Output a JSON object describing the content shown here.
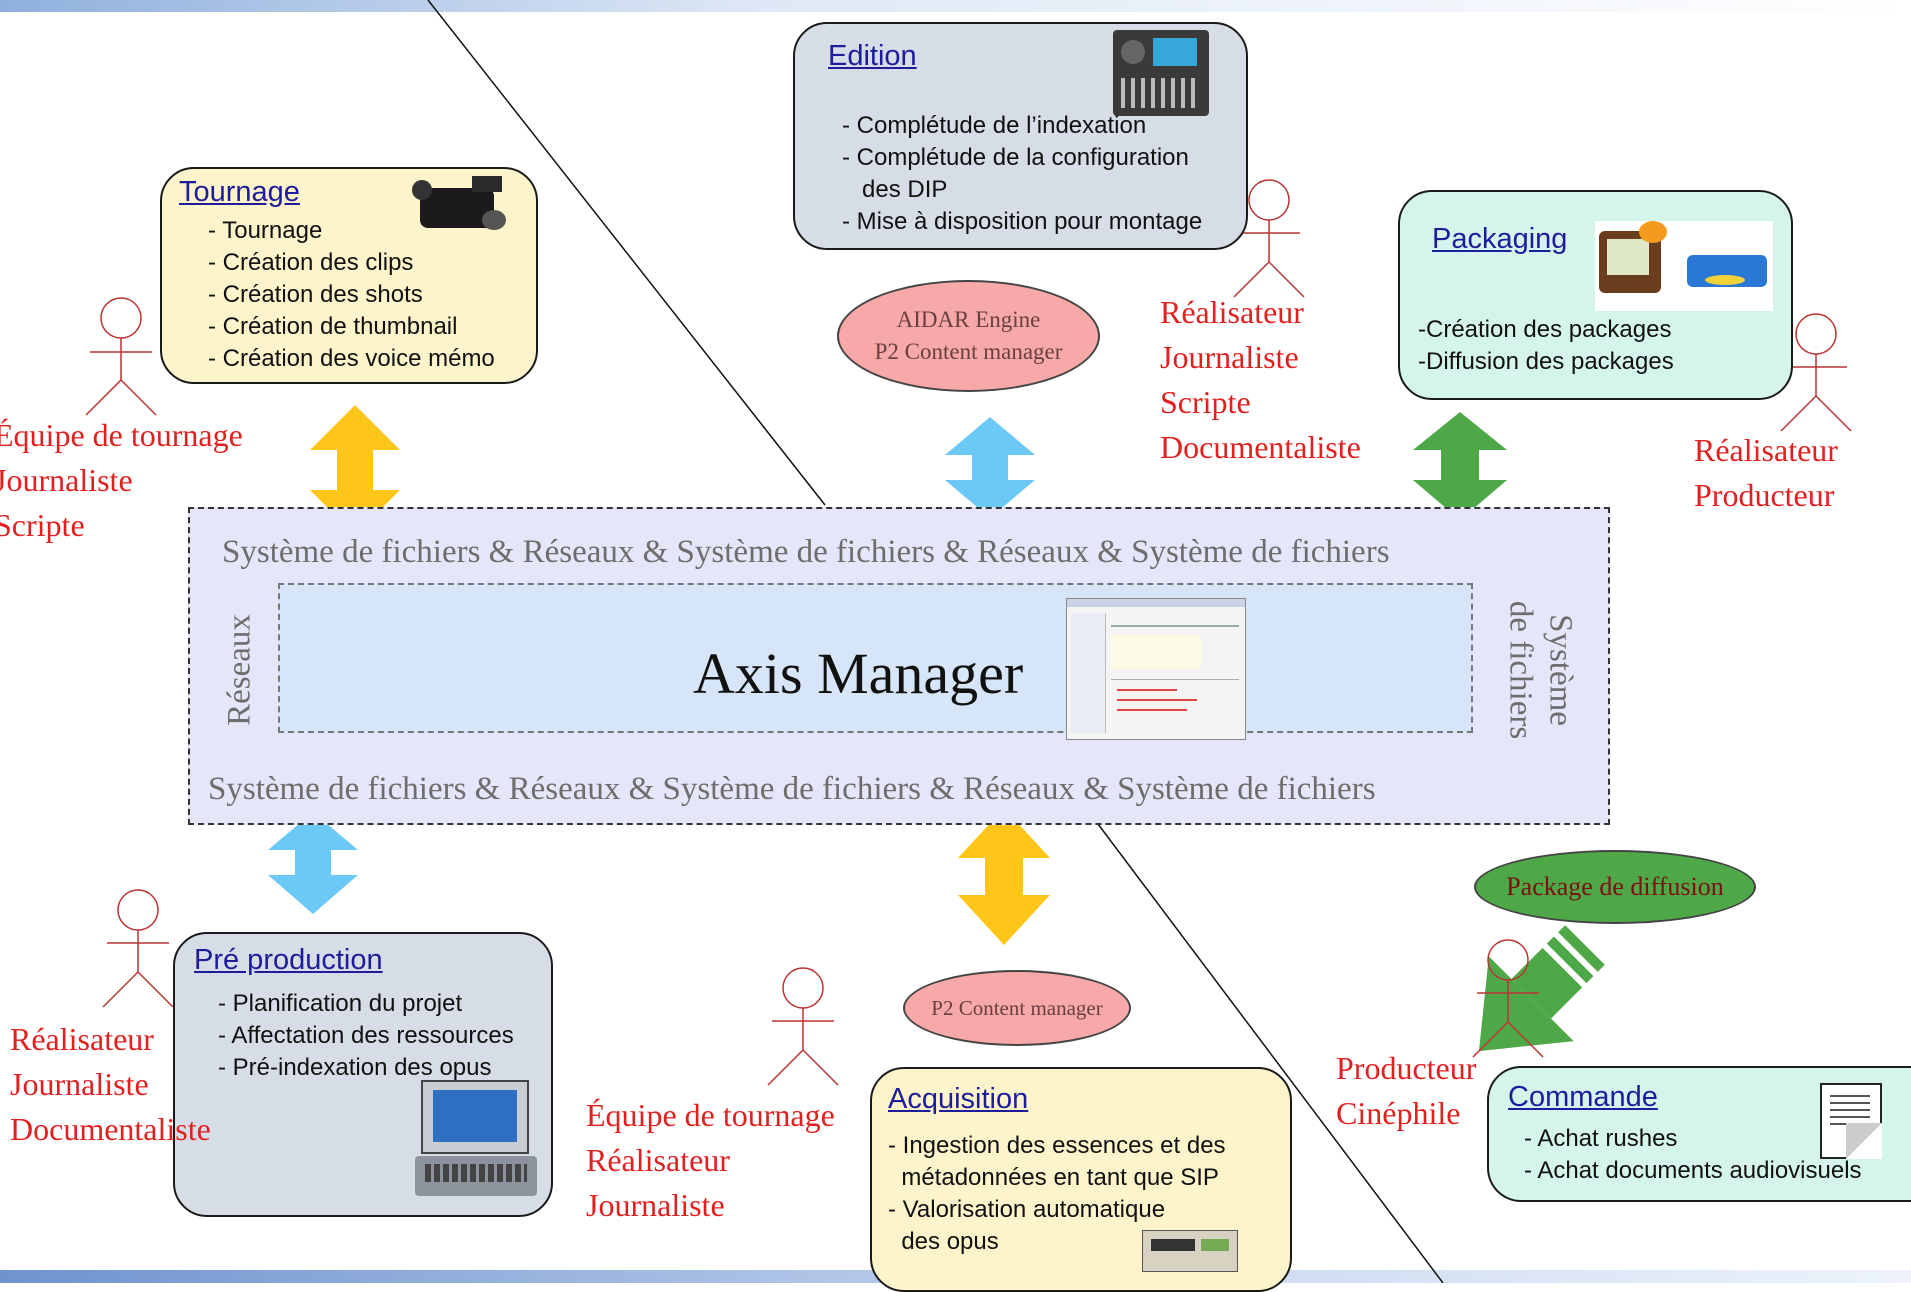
{
  "colors": {
    "tournage_bg": "#fdf4cc",
    "edition_bg": "#d7dde6",
    "packaging_bg": "#d5f5ec",
    "preprod_bg": "#d7dde6",
    "acquisition_bg": "#fdf4cc",
    "commande_bg": "#d5f5ec",
    "system_band": "#e6e6fa",
    "axis_inner": "#d6e5f7",
    "arrow_yellow": "#ffc61a",
    "arrow_blue": "#6cc8f5",
    "arrow_green": "#4fa847",
    "role_text": "#e32020"
  },
  "central": {
    "title": "Axis Manager",
    "band_top": "Système de fichiers & Réseaux  & Système de fichiers & Réseaux  & Système de fichiers",
    "band_bottom": "Système de fichiers & Réseaux  & Système de fichiers & Réseaux  & Système de fichiers",
    "band_left": "Réseaux",
    "band_right_1": "Système",
    "band_right_2": "de fichiers"
  },
  "boxes": {
    "tournage": {
      "title": "Tournage",
      "icon": "camcorder-icon",
      "items": [
        "- Tournage",
        "- Création des clips",
        "- Création des shots",
        "- Création de thumbnail",
        "- Création des voice mémo"
      ]
    },
    "edition": {
      "title": "Edition",
      "icon": "mixing-console-icon",
      "items": [
        "- Complétude de l’indexation",
        "- Complétude de la configuration",
        "   des DIP",
        "- Mise à disposition pour montage"
      ]
    },
    "packaging": {
      "title": "Packaging",
      "icon": "tv-and-player-icon",
      "items": [
        "-Création des packages",
        "-Diffusion des packages"
      ]
    },
    "preprod": {
      "title": "Pré production",
      "icon": "laptop-icon",
      "items": [
        "- Planification du projet",
        "- Affectation des ressources",
        "- Pré-indexation des opus"
      ]
    },
    "acquisition": {
      "title": "Acquisition",
      "icon": "vcr-deck-icon",
      "items": [
        "- Ingestion des essences et des",
        "  métadonnées en tant que SIP",
        "- Valorisation automatique",
        "  des opus"
      ]
    },
    "commande": {
      "title": "Commande",
      "icon": "document-icon",
      "items": [
        "- Achat rushes",
        "- Achat documents audiovisuels"
      ]
    }
  },
  "ellipses": {
    "aidar_line1": "AIDAR Engine",
    "aidar_line2": "P2 Content manager",
    "p2": "P2 Content manager",
    "package": "Package de diffusion"
  },
  "roles": {
    "tournage": [
      "Équipe de tournage",
      "Journaliste",
      "Scripte"
    ],
    "edition": [
      "Réalisateur",
      "Journaliste",
      "Scripte",
      "Documentaliste"
    ],
    "packaging": [
      "Réalisateur",
      "Producteur"
    ],
    "preprod": [
      "Réalisateur",
      "Journaliste",
      "Documentaliste"
    ],
    "acquisition": [
      "Équipe de tournage",
      "Réalisateur",
      "Journaliste"
    ],
    "commande": [
      "Producteur",
      "Cinéphile"
    ]
  }
}
